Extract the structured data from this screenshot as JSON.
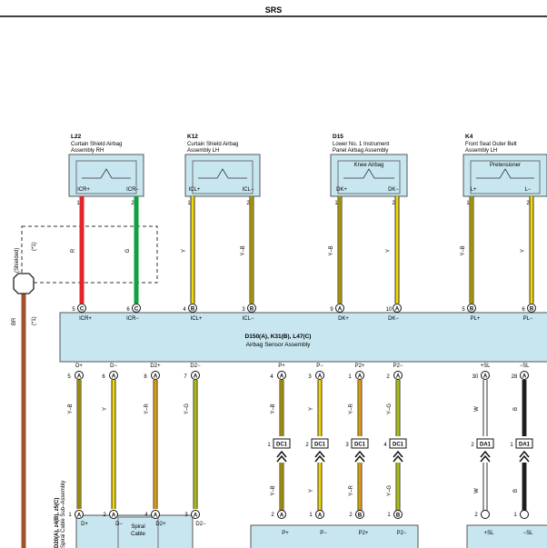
{
  "header": {
    "title": "SRS"
  },
  "components_top": [
    {
      "id": "L22",
      "name_line1": "Curtain Shield Airbag",
      "name_line2": "Assembly RH",
      "inner": "",
      "pin_a": "ICR+",
      "pin_b": "ICR−",
      "num_a": "1",
      "num_b": "2"
    },
    {
      "id": "K12",
      "name_line1": "Curtain Shield Airbag",
      "name_line2": "Assembly LH",
      "inner": "",
      "pin_a": "ICL+",
      "pin_b": "ICL−",
      "num_a": "1",
      "num_b": "2"
    },
    {
      "id": "D15",
      "name_line1": "Lower No. 1 Instrument",
      "name_line2": "Panel Airbag Assembly",
      "inner": "Knee Airbag",
      "pin_a": "DK+",
      "pin_b": "DK−",
      "num_a": "1",
      "num_b": "2"
    },
    {
      "id": "K4",
      "name_line1": "Front Seat Outer Belt",
      "name_line2": "Assembly LH",
      "inner": "Pretensioner",
      "pin_a": "L+",
      "pin_b": "L−",
      "num_a": "1",
      "num_b": "2"
    }
  ],
  "top_wires": [
    {
      "color_code": "R",
      "color": "#e3242b"
    },
    {
      "color_code": "G",
      "color": "#10a040"
    },
    {
      "color_code": "Y",
      "color": "#f5d800"
    },
    {
      "color_code": "Y–B",
      "color": "#f5d800"
    },
    {
      "color_code": "Y–B",
      "color": "#f5d800"
    },
    {
      "color_code": "Y",
      "color": "#f5d800"
    },
    {
      "color_code": "Y–B",
      "color": "#f5d800"
    },
    {
      "color_code": "Y",
      "color": "#f5d800"
    }
  ],
  "shield": {
    "label": "(Shielded)",
    "note": "(*1)"
  },
  "ground": {
    "wire_code": "BR",
    "note": "(*1)",
    "color": "#a0522d"
  },
  "ecu": {
    "title": "D150(A), K31(B), L47(C)",
    "subtitle": "Airbag Sensor Assembly",
    "top_pins": [
      {
        "num": "5",
        "letter": "C",
        "label": "ICR+"
      },
      {
        "num": "6",
        "letter": "C",
        "label": "ICR−"
      },
      {
        "num": "4",
        "letter": "B",
        "label": "ICL+"
      },
      {
        "num": "3",
        "letter": "B",
        "label": "ICL−"
      },
      {
        "num": "9",
        "letter": "A",
        "label": "DK+"
      },
      {
        "num": "10",
        "letter": "A",
        "label": "DK−"
      },
      {
        "num": "5",
        "letter": "B",
        "label": "PL+"
      },
      {
        "num": "6",
        "letter": "B",
        "label": "PL−"
      }
    ],
    "bottom_pins": [
      {
        "num": "5",
        "letter": "A",
        "label": "D+"
      },
      {
        "num": "6",
        "letter": "A",
        "label": "D−"
      },
      {
        "num": "8",
        "letter": "A",
        "label": "D2+"
      },
      {
        "num": "7",
        "letter": "A",
        "label": "D2−"
      },
      {
        "num": "4",
        "letter": "A",
        "label": "P+"
      },
      {
        "num": "3",
        "letter": "A",
        "label": "P−"
      },
      {
        "num": "1",
        "letter": "A",
        "label": "P2+"
      },
      {
        "num": "2",
        "letter": "A",
        "label": "P2−"
      },
      {
        "num": "30",
        "letter": "A",
        "label": "+SL"
      },
      {
        "num": "28",
        "letter": "A",
        "label": "−SL"
      }
    ]
  },
  "bottom_wires": [
    {
      "code": "Y–B",
      "color": "#f5d800"
    },
    {
      "code": "Y",
      "color": "#f5d800"
    },
    {
      "code": "Y–R",
      "color": "#f5d800"
    },
    {
      "code": "Y–G",
      "color": "#f5d800"
    },
    {
      "code": "Y–B",
      "color": "#f5d800"
    },
    {
      "code": "Y",
      "color": "#f5d800"
    },
    {
      "code": "Y–R",
      "color": "#f5d800"
    },
    {
      "code": "Y–G",
      "color": "#f5d800"
    },
    {
      "code": "W",
      "color": "#ffffff"
    },
    {
      "code": "B",
      "color": "#1a1a1a"
    }
  ],
  "junctions": [
    {
      "num": "1",
      "tag": "DC1"
    },
    {
      "num": "2",
      "tag": "DC1"
    },
    {
      "num": "3",
      "tag": "DC1"
    },
    {
      "num": "4",
      "tag": "DC1"
    },
    {
      "num": "2",
      "tag": "DA1"
    },
    {
      "num": "1",
      "tag": "DA1"
    }
  ],
  "lower_wires": [
    {
      "code": "Y–B"
    },
    {
      "code": "Y"
    },
    {
      "code": "Y–R"
    },
    {
      "code": "Y–G"
    },
    {
      "code": "W"
    },
    {
      "code": "B"
    }
  ],
  "spiral": {
    "label_line1": "D20(A), z4(B), z5(C)",
    "label_line2": "Spiral Cable Sub–Assembly",
    "inner_line1": "Spiral",
    "inner_line2": "Cable",
    "pins": [
      {
        "num": "1",
        "letter": "A",
        "label": "D+"
      },
      {
        "num": "2",
        "letter": "A",
        "label": "D−"
      },
      {
        "num": "4",
        "letter": "A",
        "label": "D2+"
      },
      {
        "num": "3",
        "letter": "A",
        "label": "D2−"
      },
      {
        "num": "2",
        "letter": "A",
        "label": "P+"
      },
      {
        "num": "1",
        "letter": "A",
        "label": "P−"
      },
      {
        "num": "2",
        "letter": "B",
        "label": "P2+"
      },
      {
        "num": "1",
        "letter": "B",
        "label": "P2−"
      },
      {
        "num": "2",
        "letter": "",
        "label": "+SL"
      },
      {
        "num": "1",
        "letter": "",
        "label": "−SL"
      }
    ]
  }
}
